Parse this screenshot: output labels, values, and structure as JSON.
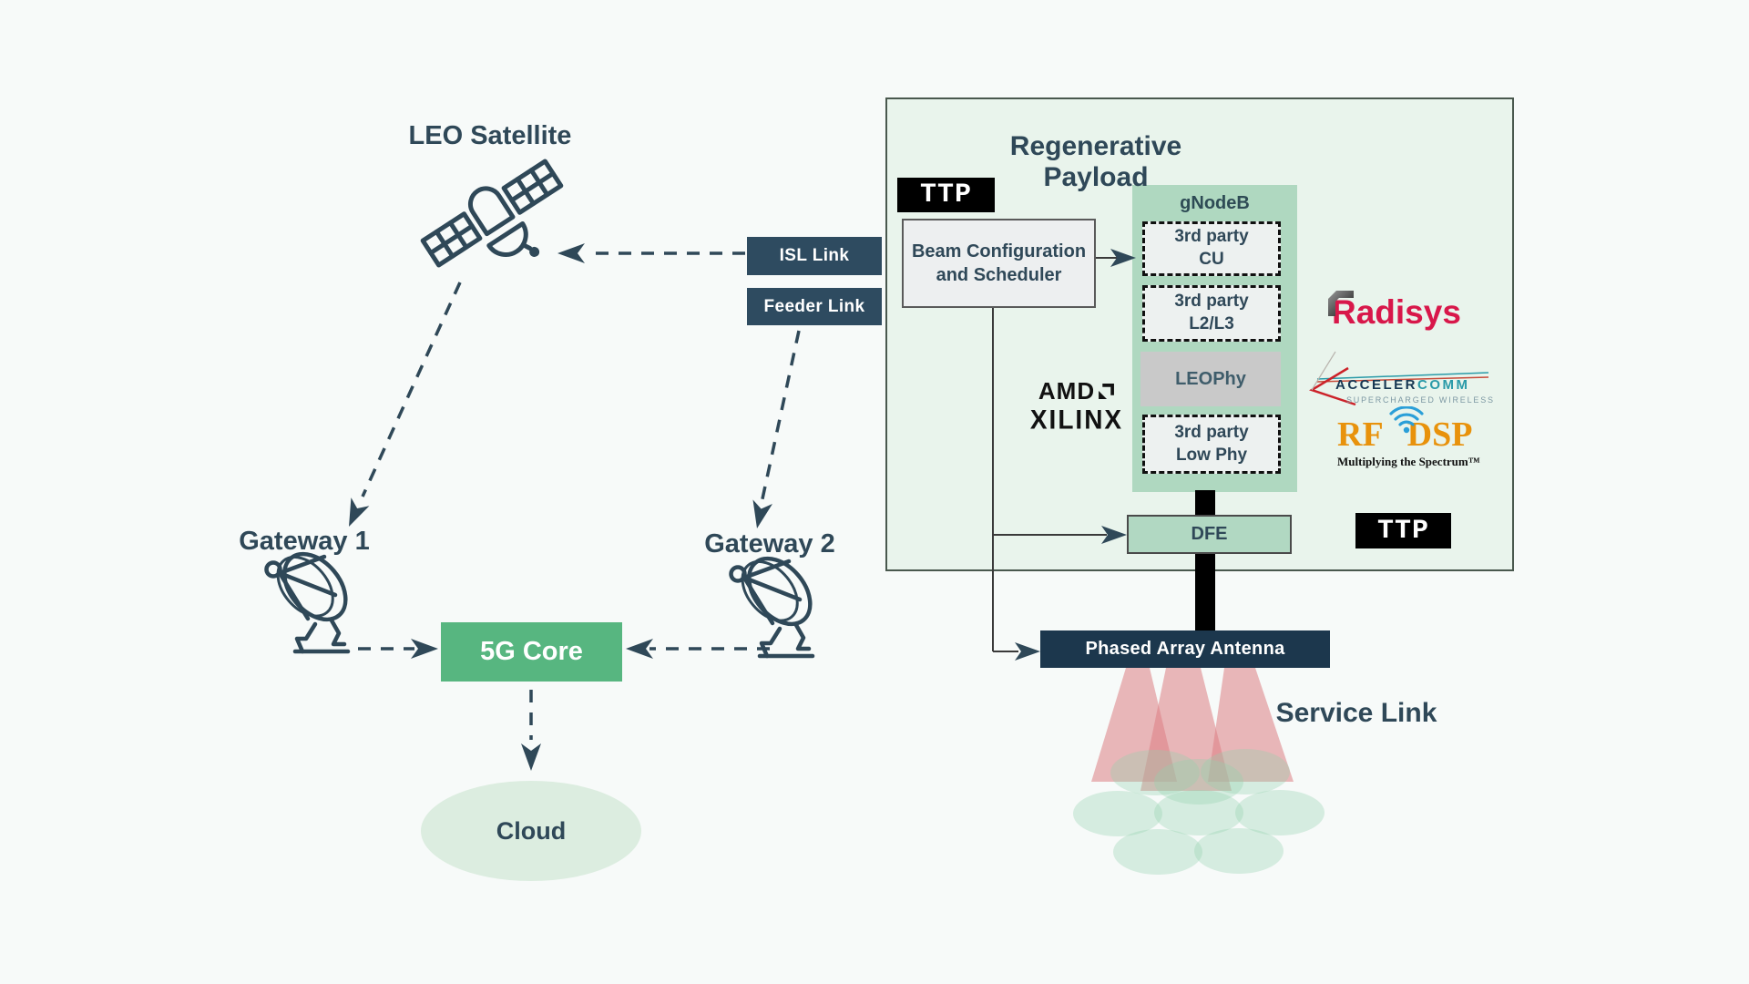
{
  "nodes": {
    "leo_satellite": "LEO Satellite",
    "gateway1": "Gateway 1",
    "gateway2": "Gateway 2",
    "core": "5G Core",
    "cloud": "Cloud"
  },
  "links": {
    "isl": "ISL Link",
    "feeder": "Feeder Link",
    "service": "Service Link"
  },
  "payload": {
    "title": "Regenerative Payload",
    "beam_line1": "Beam Configuration",
    "beam_line2": "and Scheduler",
    "gnodeb": "gNodeB",
    "cu_line1": "3rd party",
    "cu_line2": "CU",
    "l2l3_line1": "3rd party",
    "l2l3_line2": "L2/L3",
    "leophy": "LEOPhy",
    "lowphy_line1": "3rd party",
    "lowphy_line2": "Low Phy",
    "dfe": "DFE",
    "antenna": "Phased Array Antenna"
  },
  "logos": {
    "ttp": "TTP",
    "amd": "AMD",
    "xilinx": "XILINX",
    "radisys": "Radisys",
    "acceler_part1": "ACCELER",
    "acceler_part2": "COMM",
    "acceler_tagline": "SUPERCHARGED WIRELESS",
    "rf": "RF",
    "dsp": "DSP",
    "rfdsp_tagline": "Multiplying the Spectrum™"
  },
  "colors": {
    "background": "#f7faf9",
    "slate_text": "#2f4858",
    "link_box_navy": "#2e4b60",
    "antenna_navy": "#1c374d",
    "core_green": "#57b680",
    "payload_bg": "#e9f4ec",
    "gnodeb_green": "#afd8c0",
    "dfe_green": "#b1d8c2",
    "cloud_green": "#dcede0",
    "beam_cone_pink": "#dd7d84",
    "footprint_green": "#92d0ad",
    "radisys_red": "#d8174a",
    "acceler_navy": "#173753",
    "acceler_teal": "#2a9aa8",
    "rfdsp_orange": "#e8920c",
    "wifi_blue": "#2b9fd8"
  }
}
